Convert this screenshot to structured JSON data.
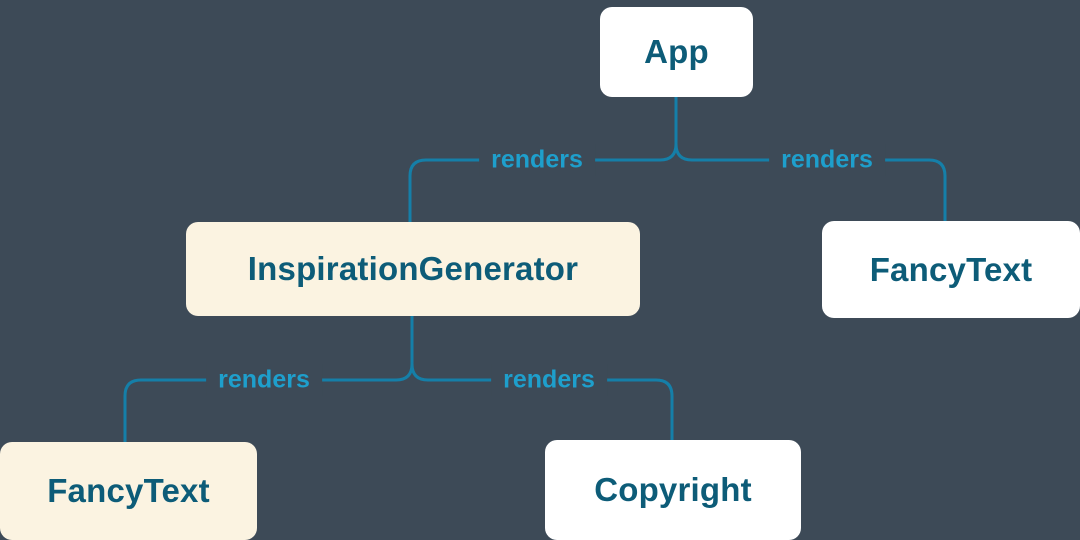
{
  "diagram": {
    "kind": "render-tree",
    "edge_label_text": "renders",
    "nodes": [
      {
        "id": "app",
        "label": "App",
        "variant": "white"
      },
      {
        "id": "inspiration-generator",
        "label": "InspirationGenerator",
        "variant": "cream"
      },
      {
        "id": "fancy-text-right",
        "label": "FancyText",
        "variant": "white"
      },
      {
        "id": "fancy-text-left",
        "label": "FancyText",
        "variant": "cream"
      },
      {
        "id": "copyright",
        "label": "Copyright",
        "variant": "white"
      }
    ],
    "edges": [
      {
        "from": "App",
        "to": "InspirationGenerator",
        "label": "renders"
      },
      {
        "from": "App",
        "to": "FancyText",
        "label": "renders"
      },
      {
        "from": "InspirationGenerator",
        "to": "FancyText",
        "label": "renders"
      },
      {
        "from": "InspirationGenerator",
        "to": "Copyright",
        "label": "renders"
      }
    ],
    "colors": {
      "background": "#3D4A57",
      "node_text": "#0D5C78",
      "edge": "#157FA8",
      "edge_label": "#1E9FCC",
      "node_white": "#FFFFFF",
      "node_cream": "#FBF3E1"
    }
  }
}
